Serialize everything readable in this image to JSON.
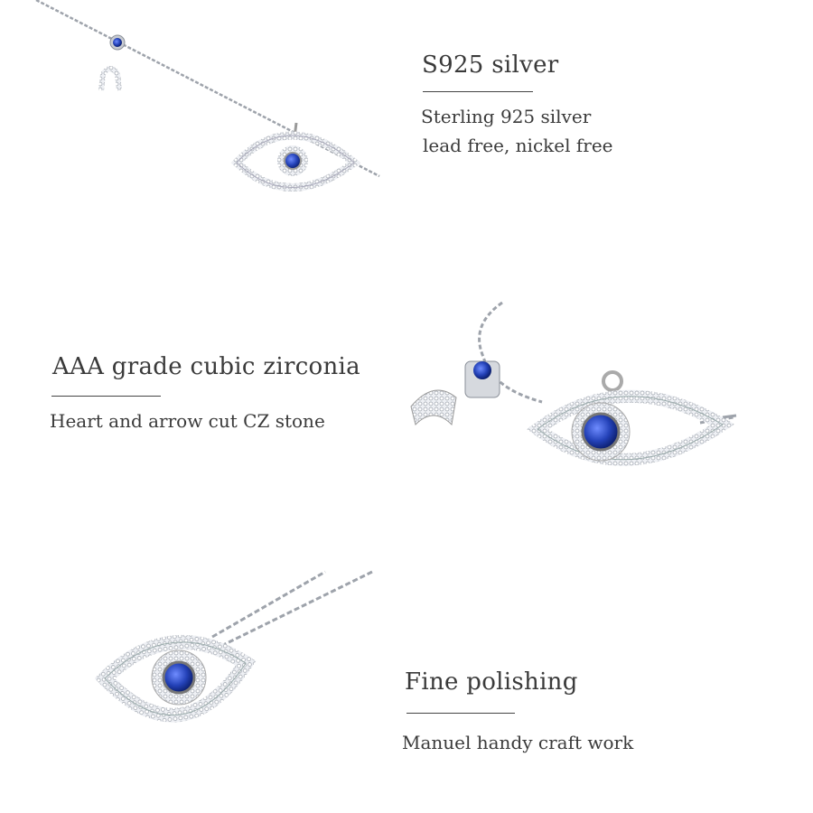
{
  "features": [
    {
      "title": "S925 silver",
      "lines": [
        "Sterling 925 silver",
        "lead free, nickel free"
      ]
    },
    {
      "title": "AAA grade cubic zirconia",
      "lines": [
        "Heart and arrow cut CZ stone"
      ]
    },
    {
      "title": "Fine polishing",
      "lines": [
        "Manuel handy craft work"
      ]
    }
  ],
  "colors": {
    "stone_blue": "#1f3fae",
    "silver": "#b8bcc4",
    "text": "#3a3a3a"
  }
}
